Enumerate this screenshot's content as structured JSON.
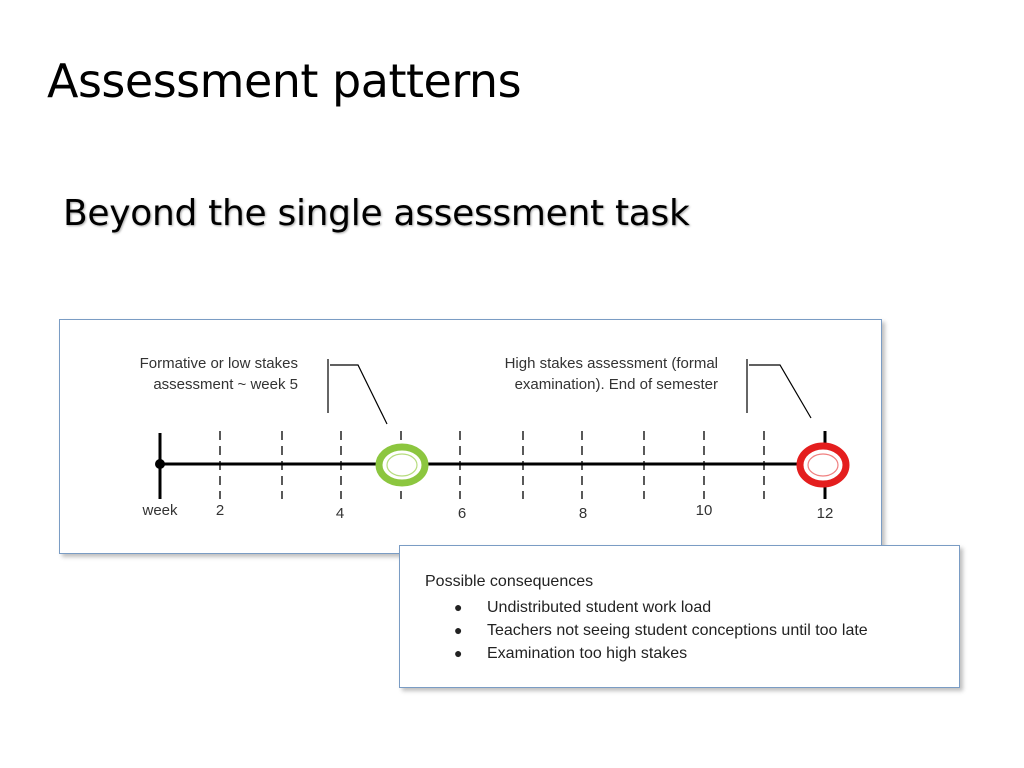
{
  "slide": {
    "title": "Assessment patterns",
    "subtitle": "Beyond the single assessment task"
  },
  "timeline": {
    "axis_start_label": "week",
    "tick_labels": [
      "2",
      "4",
      "6",
      "8",
      "10",
      "12"
    ],
    "formative_note_line1": "Formative or low stakes",
    "formative_note_line2": "assessment ~ week 5",
    "high_stakes_note_line1": "High stakes assessment (formal",
    "high_stakes_note_line2": "examination). End of semester",
    "formative_week": 5,
    "high_stakes_week": 12,
    "colors": {
      "formative_marker": "#8cc63f",
      "high_stakes_marker": "#e41e1e",
      "line": "#000000"
    }
  },
  "consequences": {
    "heading": "Possible consequences",
    "items": [
      "Undistributed student work load",
      "Teachers not seeing student conceptions until too late",
      "Examination too high stakes"
    ]
  }
}
